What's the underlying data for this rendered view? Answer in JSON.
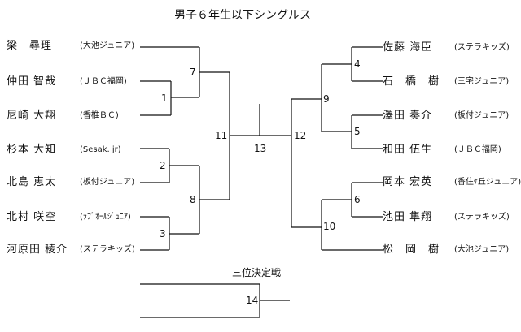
{
  "title": "男子６年生以下シングルス",
  "third_place_label": "三位決定戦",
  "left_players": [
    {
      "name": "梁　尋理",
      "team": "(大池ジュニア)"
    },
    {
      "name": "仲田 智哉",
      "team": "(ＪＢＣ福岡)"
    },
    {
      "name": "尼崎 大翔",
      "team": "(香椎ＢＣ)"
    },
    {
      "name": "杉本 大知",
      "team": "(Sesak. jr)"
    },
    {
      "name": "北島 恵太",
      "team": "(板付ジュニア)"
    },
    {
      "name": "北村 咲空",
      "team": "(ﾗﾌﾞｵｰﾙｼﾞｭﾆｱ)"
    },
    {
      "name": "河原田 稜介",
      "team": "(ステラキッズ)"
    }
  ],
  "right_players": [
    {
      "name": "佐藤 海臣",
      "team": "(ステラキッズ)"
    },
    {
      "name": "石　橋　樹",
      "team": "(三宅ジュニア)"
    },
    {
      "name": "澤田 奏介",
      "team": "(板付ジュニア)"
    },
    {
      "name": "和田 伍生",
      "team": "(ＪＢＣ福岡)"
    },
    {
      "name": "岡本 宏英",
      "team": "(香住ｹ丘ジュニア)"
    },
    {
      "name": "池田 隼翔",
      "team": "(ステラキッズ)"
    },
    {
      "name": "松　岡　樹",
      "team": "(大池ジュニア)"
    }
  ],
  "match_numbers": [
    "1",
    "2",
    "3",
    "4",
    "5",
    "6",
    "7",
    "8",
    "9",
    "10",
    "11",
    "12",
    "13",
    "14"
  ]
}
